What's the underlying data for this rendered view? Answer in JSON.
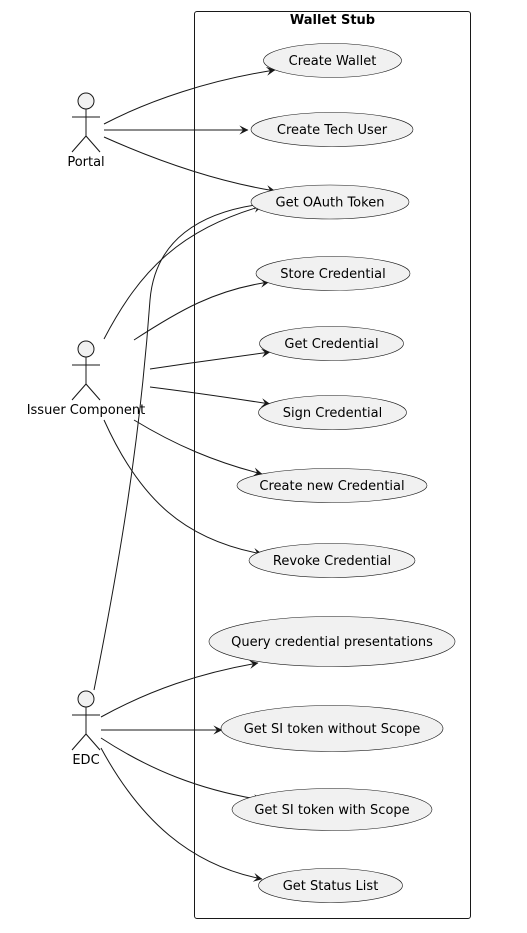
{
  "system": {
    "title": "Wallet Stub"
  },
  "actors": [
    {
      "id": "portal",
      "label": "Portal"
    },
    {
      "id": "issuer",
      "label": "Issuer Component"
    },
    {
      "id": "edc",
      "label": "EDC"
    }
  ],
  "use_cases": [
    {
      "id": "create_wallet",
      "label": "Create Wallet"
    },
    {
      "id": "create_tech_user",
      "label": "Create Tech User"
    },
    {
      "id": "get_oauth_token",
      "label": "Get OAuth Token"
    },
    {
      "id": "store_credential",
      "label": "Store Credential"
    },
    {
      "id": "get_credential",
      "label": "Get Credential"
    },
    {
      "id": "sign_credential",
      "label": "Sign Credential"
    },
    {
      "id": "create_new_credential",
      "label": "Create new Credential"
    },
    {
      "id": "revoke_credential",
      "label": "Revoke Credential"
    },
    {
      "id": "query_credential_presentations",
      "label": "Query credential presentations"
    },
    {
      "id": "get_si_token_without_scope",
      "label": "Get SI token without Scope"
    },
    {
      "id": "get_si_token_with_scope",
      "label": "Get SI token with Scope"
    },
    {
      "id": "get_status_list",
      "label": "Get Status List"
    }
  ],
  "associations": [
    {
      "from": "portal",
      "to": "create_wallet"
    },
    {
      "from": "portal",
      "to": "create_tech_user"
    },
    {
      "from": "portal",
      "to": "get_oauth_token"
    },
    {
      "from": "issuer",
      "to": "get_oauth_token"
    },
    {
      "from": "issuer",
      "to": "store_credential"
    },
    {
      "from": "issuer",
      "to": "get_credential"
    },
    {
      "from": "issuer",
      "to": "sign_credential"
    },
    {
      "from": "issuer",
      "to": "create_new_credential"
    },
    {
      "from": "issuer",
      "to": "revoke_credential"
    },
    {
      "from": "edc",
      "to": "get_oauth_token"
    },
    {
      "from": "edc",
      "to": "query_credential_presentations"
    },
    {
      "from": "edc",
      "to": "get_si_token_without_scope"
    },
    {
      "from": "edc",
      "to": "get_si_token_with_scope"
    },
    {
      "from": "edc",
      "to": "get_status_list"
    }
  ]
}
